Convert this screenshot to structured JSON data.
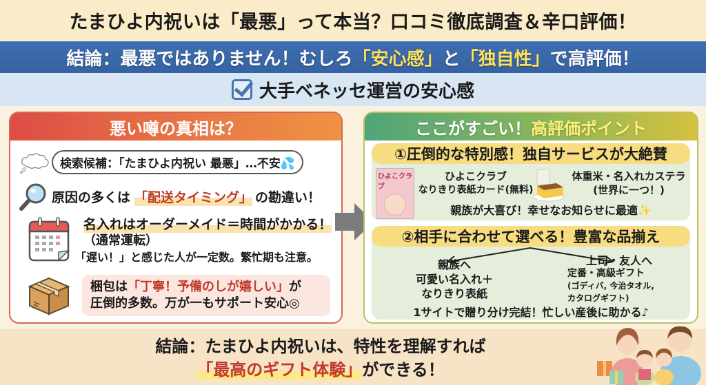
{
  "title": "たまひよ内祝いは「最悪」って本当？口コミ徹底調査＆辛口評価！",
  "conclusion": {
    "prefix": "結論：最悪ではありません！むしろ",
    "highlight1": "「安心感」",
    "middle": "と",
    "highlight2": "「独自性」",
    "suffix": "で高評価！"
  },
  "trust": {
    "label": "大手ベネッセ運営の安心感",
    "icon": "checkbox-checked-icon"
  },
  "left_panel": {
    "heading": "悪い噂の真相は？",
    "search_suggestion": "検索候補：「たまひよ内祝い 最悪」…不安💦",
    "cause": {
      "prefix": "原因の多くは",
      "highlight": "「配送タイミング」",
      "suffix": "の勘違い！"
    },
    "custom_order": {
      "line1": "名入れはオーダーメイド＝時間がかかる！",
      "line2": "（通常運転）",
      "line3": "「遅い！」と感じた人が一定数。繁忙期も注意。"
    },
    "packaging": {
      "prefix": "梱包は",
      "highlight": "「丁寧！予備のしが嬉しい」",
      "suffix": "が",
      "line2": "圧倒的多数。万が一もサポート安心◎"
    },
    "icons": [
      "thought-cloud-icon",
      "magnifier-icon",
      "calendar-icon",
      "cardboard-box-icon"
    ]
  },
  "right_panel": {
    "heading_white": "ここがすごい！",
    "heading_yellow": "高評価ポイント",
    "point1": {
      "title": "①圧倒的な特別感！独自サービスが大絶賛",
      "item1_line1": "ひよこクラブ",
      "item1_line2": "なりきり表紙カード(無料)",
      "item2_line1": "体重米・名入れカステラ",
      "item2_line2": "(世界に一つ！)",
      "footer": "親族が大喜び！幸せなお知らせに最適✨",
      "magazine_title": "ひよこクラブ"
    },
    "point2": {
      "title": "②相手に合わせて選べる！豊富な品揃え",
      "left_line1": "親族へ",
      "left_line2": "可愛い名入れ＋",
      "left_line3": "なりきり表紙",
      "right_line1": "上司・友人へ",
      "right_line2": "定番・高級ギフト",
      "right_line3": "(ゴディバ, 今治タオル,",
      "right_line4": "カタログギフト)",
      "footer": "1サイトで贈り分け完結！忙しい産後に助かる♪"
    }
  },
  "bottom": {
    "line1": "結論：たまひよ内祝いは、特性を理解すれば",
    "highlight": "「最高のギフト体験」",
    "line2_suffix": "ができる！"
  },
  "colors": {
    "title_bg": "#faecc8",
    "conclusion_bg": "#3f6fb0",
    "highlight_yellow": "#ffe15a",
    "trust_bg": "#d8e6f3",
    "left_accent": "#dd4d45",
    "right_accent": "#4fa57a",
    "emphasis_red": "#c0392b"
  }
}
